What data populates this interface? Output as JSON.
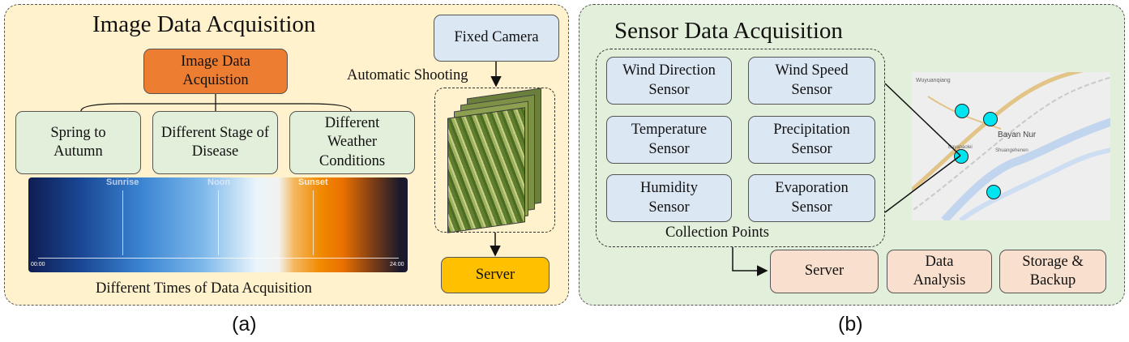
{
  "panel_a": {
    "title": "Image Data Acquisition",
    "root": "Image Data Acquistion",
    "branches": [
      "Spring to Autumn",
      "Different Stage of Disease",
      "Different Weather Conditions"
    ],
    "timeline": {
      "marks": [
        "Sunrise",
        "Noon",
        "Sunset"
      ],
      "start": "00:00",
      "end": "24:00"
    },
    "caption": "Different Times of Data Acquisition",
    "camera": "Fixed Camera",
    "shooting": "Automatic Shooting",
    "server": "Server",
    "label": "(a)"
  },
  "panel_b": {
    "title": "Sensor Data Acquisition",
    "sensors": [
      "Wind Direction Sensor",
      "Wind Speed Sensor",
      "Temperature Sensor",
      "Precipitation Sensor",
      "Humidity Sensor",
      "Evaporation Sensor"
    ],
    "collection": "Collection Points",
    "server": "Server",
    "analysis": "Data Analysis",
    "storage": "Storage & Backup",
    "map_labels": [
      "Wuyuanqiang",
      "Bayan Nur",
      "Bayanaolei",
      "Shuangehenen"
    ],
    "label": "(b)"
  },
  "colors": {
    "panel_a_bg": "#fff2cc",
    "panel_b_bg": "#e2efda",
    "root_box": "#ed7d31",
    "server_box": "#ffc000",
    "point": "#00e5f0"
  }
}
